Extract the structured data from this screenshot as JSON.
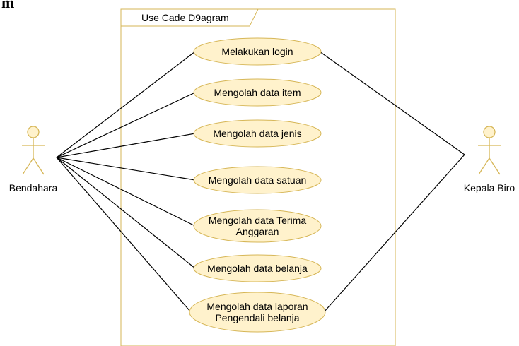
{
  "page": {
    "corner_fragment": "m"
  },
  "diagram": {
    "system_boundary": {
      "label": "Use Cade D9agram"
    },
    "colors": {
      "boundary_stroke": "#d6b656",
      "usecase_fill": "#fff2cc",
      "usecase_stroke": "#d6b656",
      "actor_stroke": "#d6b656",
      "line": "#000000",
      "text": "#000000"
    },
    "actors": [
      {
        "id": "bendahara",
        "label": "Bendahara",
        "icon": "stick-figure-icon"
      },
      {
        "id": "kepala-biro",
        "label": "Kepala Biro",
        "icon": "stick-figure-icon"
      }
    ],
    "use_cases": [
      {
        "id": "uc-login",
        "lines": [
          "Melakukan login"
        ]
      },
      {
        "id": "uc-item",
        "lines": [
          "Mengolah data item"
        ]
      },
      {
        "id": "uc-jenis",
        "lines": [
          "Mengolah data jenis"
        ]
      },
      {
        "id": "uc-satuan",
        "lines": [
          "Mengolah data satuan"
        ]
      },
      {
        "id": "uc-terima-anggaran",
        "lines": [
          "Mengolah data Terima",
          "Anggaran"
        ]
      },
      {
        "id": "uc-belanja",
        "lines": [
          "Mengolah data belanja"
        ]
      },
      {
        "id": "uc-laporan",
        "lines": [
          "Mengolah data laporan",
          "Pengendali belanja"
        ]
      }
    ],
    "associations": [
      {
        "actor": "bendahara",
        "use_case": "uc-login"
      },
      {
        "actor": "bendahara",
        "use_case": "uc-item"
      },
      {
        "actor": "bendahara",
        "use_case": "uc-jenis"
      },
      {
        "actor": "bendahara",
        "use_case": "uc-satuan"
      },
      {
        "actor": "bendahara",
        "use_case": "uc-terima-anggaran"
      },
      {
        "actor": "bendahara",
        "use_case": "uc-belanja"
      },
      {
        "actor": "bendahara",
        "use_case": "uc-laporan"
      },
      {
        "actor": "kepala-biro",
        "use_case": "uc-login"
      },
      {
        "actor": "kepala-biro",
        "use_case": "uc-laporan"
      }
    ]
  }
}
